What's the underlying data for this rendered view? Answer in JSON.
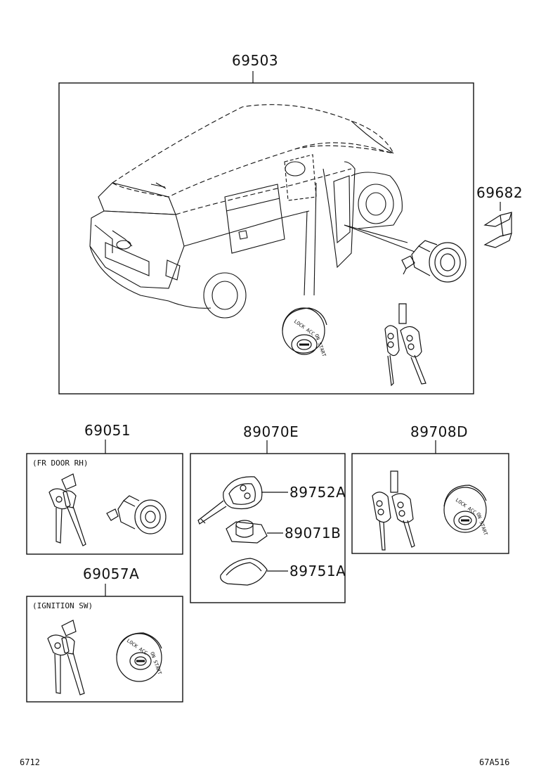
{
  "parts": {
    "main_assembly": "69503",
    "clip": "69682",
    "fr_door_set": "69051",
    "transmitter_set": "89070E",
    "receiver_set": "89708D",
    "ignition_set": "69057A",
    "key_housing": "89752A",
    "battery": "89071B",
    "cover": "89751A"
  },
  "notes": {
    "fr_door": "(FR DOOR RH)",
    "ignition": "(IGNITION SW)"
  },
  "footer": {
    "page": "6712",
    "diagram_id": "67A516"
  }
}
